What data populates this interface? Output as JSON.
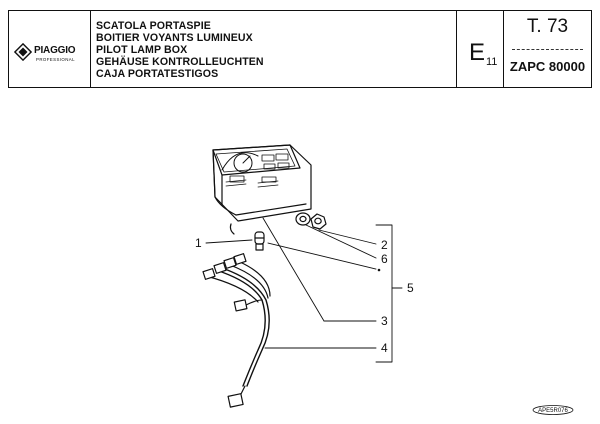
{
  "header": {
    "brand": "PIAGGIO",
    "brand_sub": "PROFESSIONAL",
    "titles": [
      "SCATOLA PORTASPIE",
      "BOITIER VOYANTS LUMINEUX",
      "PILOT LAMP BOX",
      "GEHÄUSE KONTROLLEUCHTEN",
      "CAJA PORTATESTIGOS"
    ],
    "group_letter": "E",
    "group_sub": "11",
    "table_ref": "T. 73",
    "model": "ZAPC 80000"
  },
  "callouts": {
    "c1": "1",
    "c2": "2",
    "c3": "3",
    "c4": "4",
    "c5": "5",
    "c6": "6"
  },
  "drawing_code": "APE5R076"
}
